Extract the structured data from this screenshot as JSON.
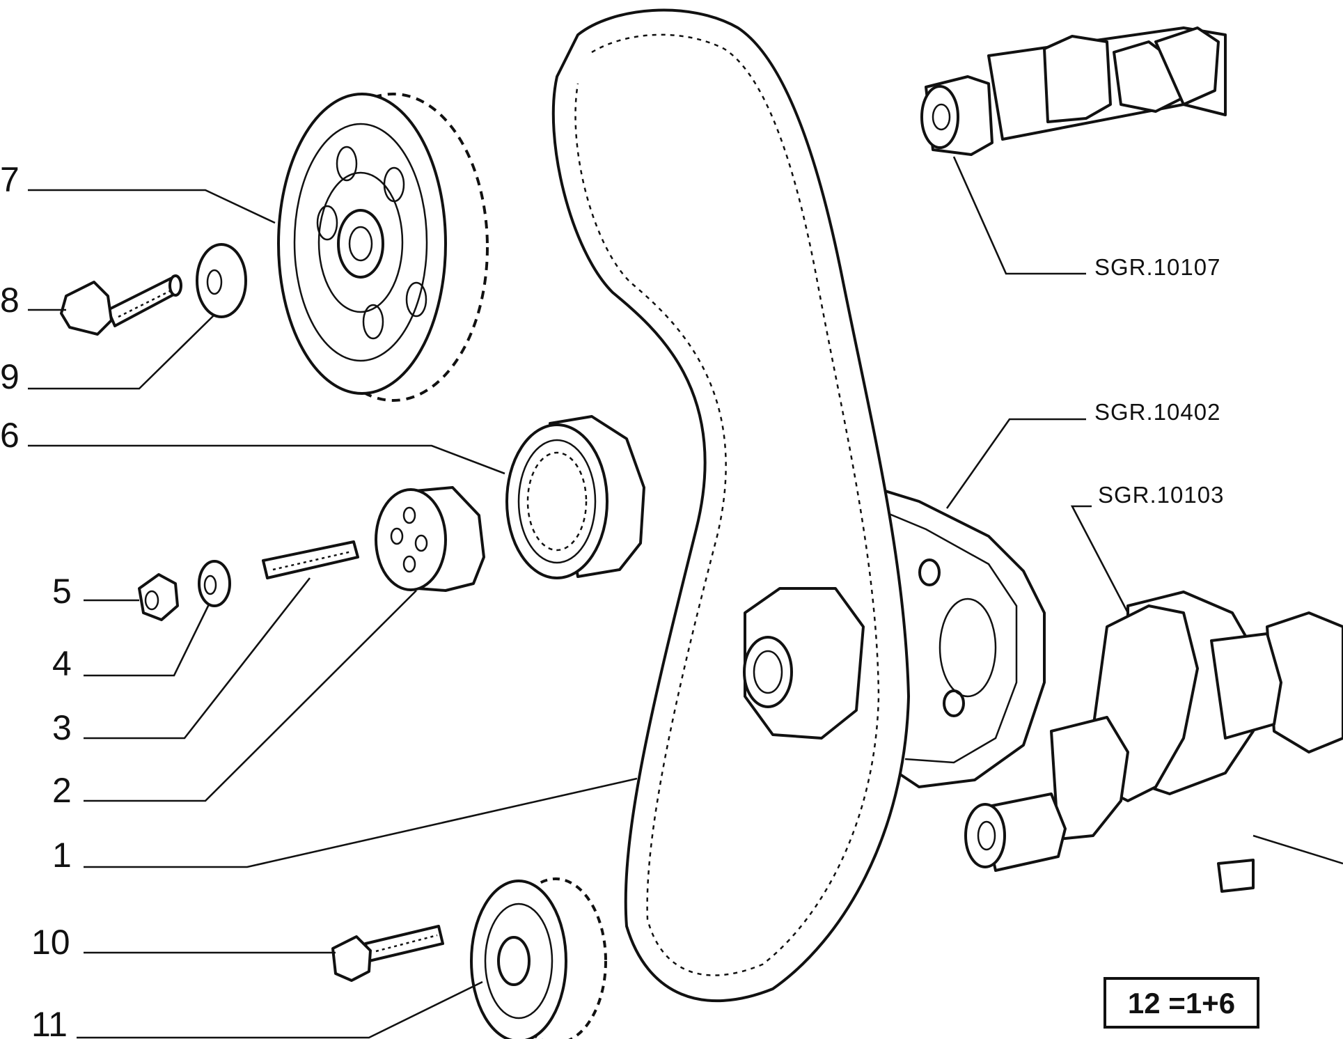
{
  "callouts": {
    "c7": "7",
    "c8": "8",
    "c9": "9",
    "c6": "6",
    "c5": "5",
    "c4": "4",
    "c3": "3",
    "c2": "2",
    "c1": "1",
    "c10": "10",
    "c11": "11"
  },
  "references": {
    "camshaft": "SGR.10107",
    "housing": "SGR.10402",
    "crankshaft": "SGR.10103"
  },
  "kit_note": "12 =1+6",
  "colors": {
    "ink": "#111111",
    "paper": "#ffffff"
  }
}
